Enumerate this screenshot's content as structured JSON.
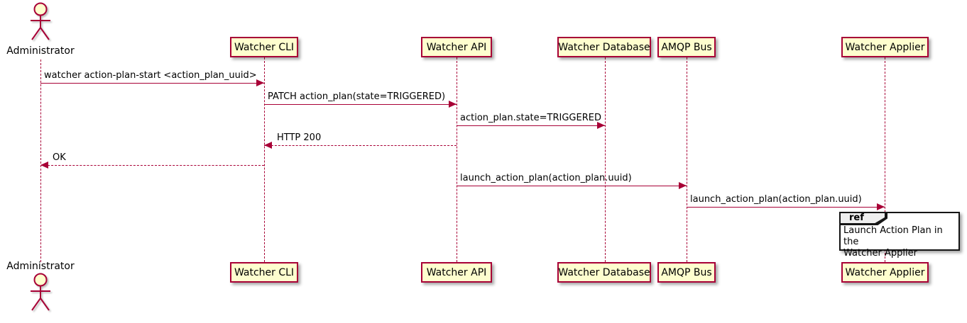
{
  "diagram": {
    "type": "uml-sequence",
    "actor": {
      "name": "Administrator"
    },
    "participants": [
      {
        "name": "Watcher CLI"
      },
      {
        "name": "Watcher API"
      },
      {
        "name": "Watcher Database"
      },
      {
        "name": "AMQP Bus"
      },
      {
        "name": "Watcher Applier"
      }
    ],
    "messages": [
      {
        "label": "watcher action-plan-start <action_plan_uuid>",
        "from": "Administrator",
        "to": "Watcher CLI",
        "line": "solid"
      },
      {
        "label": "PATCH action_plan(state=TRIGGERED)",
        "from": "Watcher CLI",
        "to": "Watcher API",
        "line": "solid"
      },
      {
        "label": "action_plan.state=TRIGGERED",
        "from": "Watcher API",
        "to": "Watcher Database",
        "line": "solid"
      },
      {
        "label": "HTTP 200",
        "from": "Watcher API",
        "to": "Watcher CLI",
        "line": "dashed"
      },
      {
        "label": "OK",
        "from": "Watcher CLI",
        "to": "Administrator",
        "line": "dashed"
      },
      {
        "label": "launch_action_plan(action_plan.uuid)",
        "from": "Watcher API",
        "to": "AMQP Bus",
        "line": "solid"
      },
      {
        "label": "launch_action_plan(action_plan.uuid)",
        "from": "AMQP Bus",
        "to": "Watcher Applier",
        "line": "solid"
      }
    ],
    "ref": {
      "keyword": "ref",
      "text": "Launch Action Plan in the\nWatcher Applier"
    },
    "colors": {
      "participant_fill": "#FEFECE",
      "line": "#A80036",
      "text": "#000000",
      "ref_border": "#151515",
      "ref_tab_fill": "#EEEEEE"
    }
  }
}
